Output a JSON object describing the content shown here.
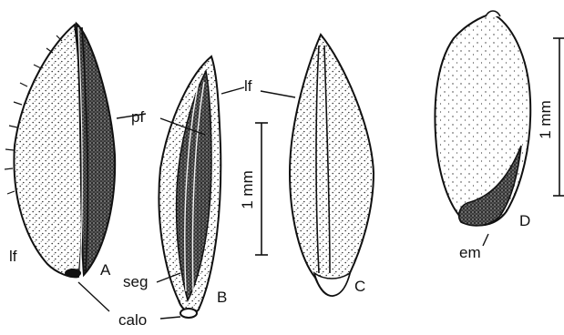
{
  "figure": {
    "panels": {
      "a": "A",
      "b": "B",
      "c": "C",
      "d": "D"
    },
    "labels": {
      "lf_left": "lf",
      "lf_top": "lf",
      "pf": "pf",
      "seg": "seg",
      "calo": "calo",
      "em": "em"
    },
    "scale_bars": {
      "left": "1 mm",
      "right": "1 mm"
    },
    "colors": {
      "ink": "#111111",
      "paper": "#ffffff"
    }
  }
}
